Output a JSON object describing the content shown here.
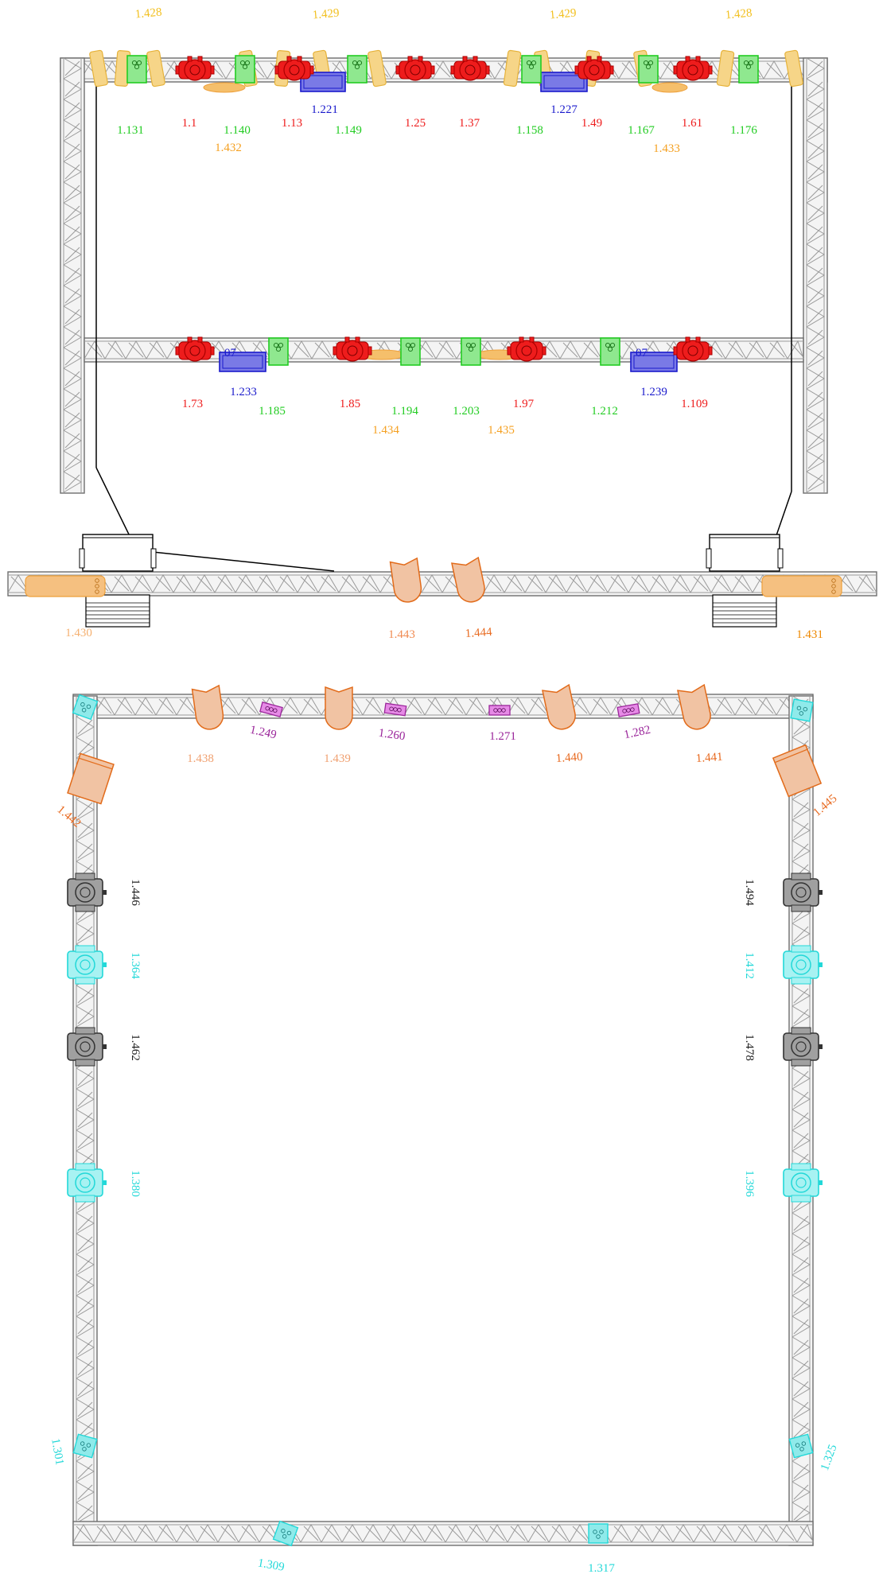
{
  "colors": {
    "red": "#ee1c1c",
    "green": "#22cc22",
    "blue": "#1a1acc",
    "orange": "#ee7700",
    "yellow": "#f2c020",
    "purple": "#9a259a",
    "cyan": "#22d8d8",
    "black": "#222222",
    "truss": "#7a7a7a"
  },
  "top_rig": {
    "top_beam_labels": {
      "yellow_top": [
        "1.428",
        "1.429",
        "1.429",
        "1.428"
      ],
      "red": [
        "1.1",
        "1.13",
        "1.25",
        "1.37",
        "1.49",
        "1.61"
      ],
      "green": [
        "1.131",
        "1.140",
        "1.149",
        "1.158",
        "1.167",
        "1.176"
      ],
      "blue": [
        "1.221",
        "1.227"
      ],
      "orange": [
        "1.432",
        "1.433"
      ]
    },
    "mid_beam_labels": {
      "red": [
        "1.73",
        "1.85",
        "1.97",
        "1.109"
      ],
      "green": [
        "1.185",
        "1.194",
        "1.203",
        "1.212"
      ],
      "blue": [
        "1.233",
        "1.239"
      ],
      "orange": [
        "1.434",
        "1.435"
      ]
    },
    "blue_fixture_tag": "07"
  },
  "front_truss": {
    "labels": [
      "1.430",
      "1.443",
      "1.444",
      "1.431"
    ]
  },
  "bottom_rig": {
    "top_labels": {
      "orange": [
        "1.438",
        "1.439",
        "1.440",
        "1.441"
      ],
      "purple": [
        "1.249",
        "1.260",
        "1.271",
        "1.282"
      ]
    },
    "corner_labels": [
      "1.442",
      "1.445"
    ],
    "left_labels": {
      "black": [
        "1.446",
        "1.462"
      ],
      "cyan": [
        "1.364",
        "1.380"
      ]
    },
    "right_labels": {
      "black": [
        "1.494",
        "1.478"
      ],
      "cyan": [
        "1.412",
        "1.396"
      ]
    },
    "bottom_labels": [
      "1.301",
      "1.309",
      "1.317",
      "1.325"
    ]
  }
}
